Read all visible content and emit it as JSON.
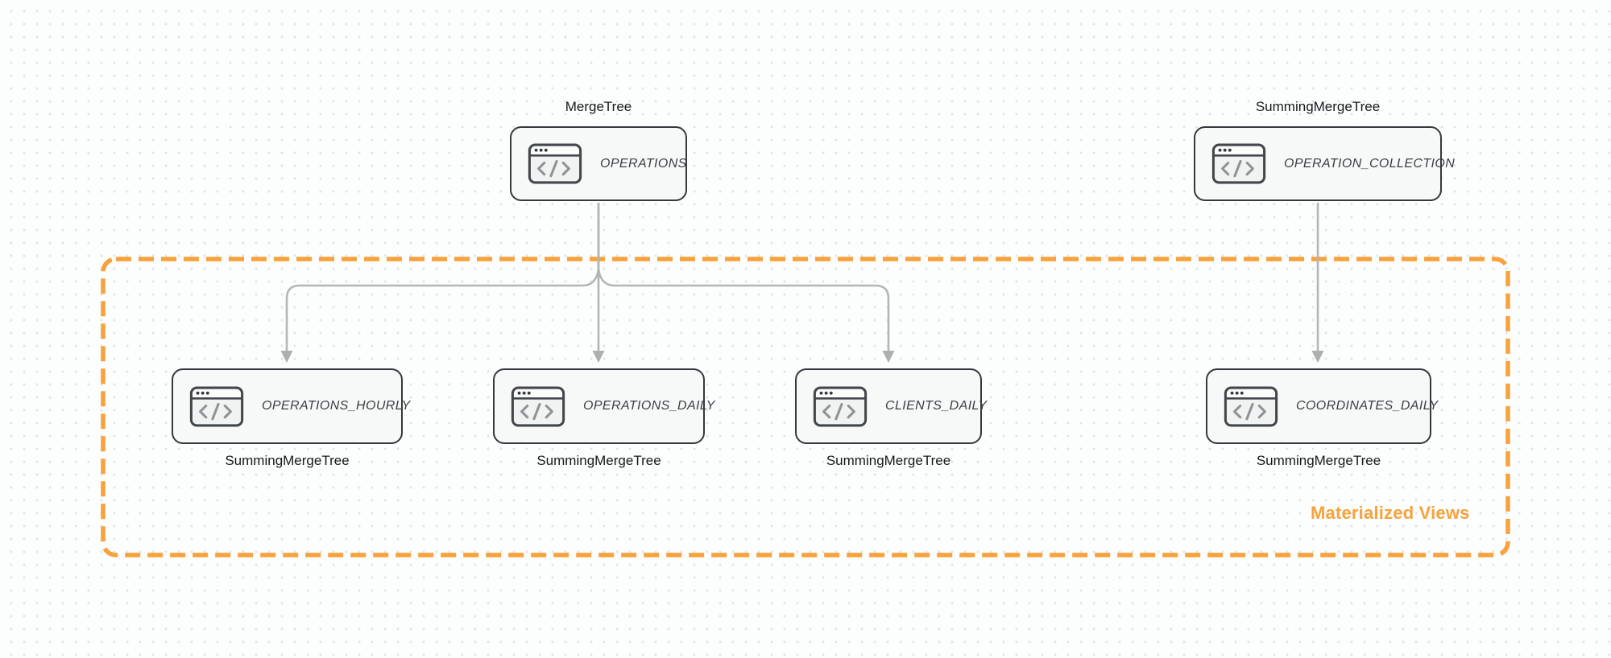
{
  "diagram": {
    "materialized_views_label": "Materialized Views",
    "colors": {
      "accent_orange": "#F7A23B",
      "arrow_gray": "#B4B6B6",
      "node_border": "#34393D",
      "node_fill": "#F7F9F8",
      "background": "#FCFDFD"
    },
    "nodes": [
      {
        "name": "OPERATIONS",
        "engine": "MergeTree"
      },
      {
        "name": "OPERATION_COLLECTION",
        "engine": "SummingMergeTree"
      },
      {
        "name": "OPERATIONS_HOURLY",
        "engine": "SummingMergeTree"
      },
      {
        "name": "OPERATIONS_DAILY",
        "engine": "SummingMergeTree"
      },
      {
        "name": "CLIENTS_DAILY",
        "engine": "SummingMergeTree"
      },
      {
        "name": "COORDINATES_DAILY",
        "engine": "SummingMergeTree"
      }
    ],
    "edges": [
      {
        "from": "OPERATIONS",
        "to": "OPERATIONS_HOURLY"
      },
      {
        "from": "OPERATIONS",
        "to": "OPERATIONS_DAILY"
      },
      {
        "from": "OPERATIONS",
        "to": "CLIENTS_DAILY"
      },
      {
        "from": "OPERATION_COLLECTION",
        "to": "COORDINATES_DAILY"
      }
    ]
  }
}
